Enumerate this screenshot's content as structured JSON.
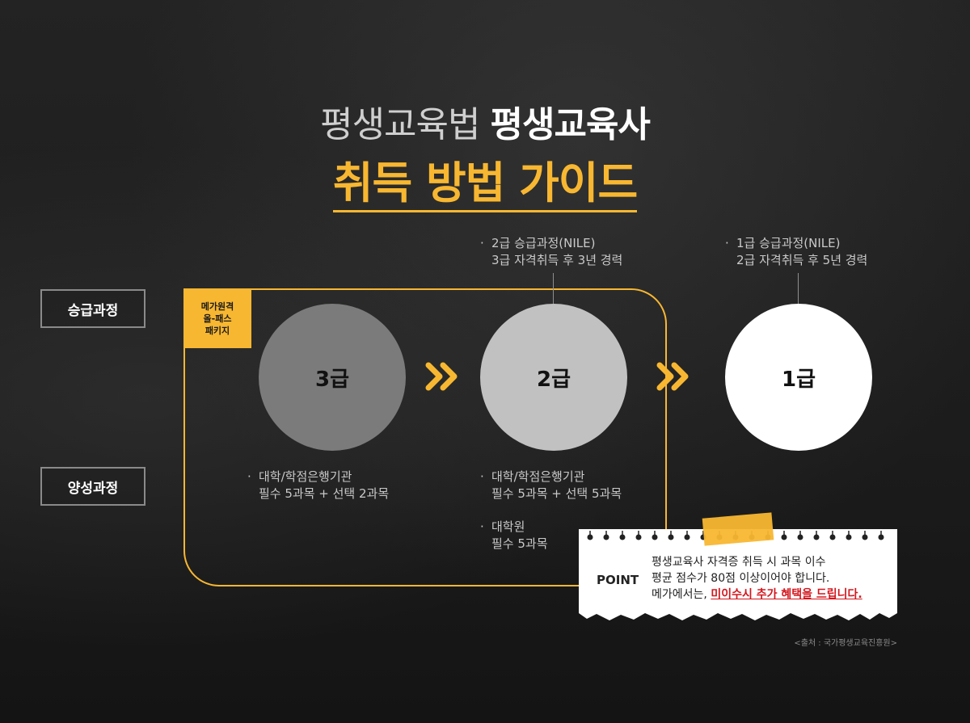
{
  "title": {
    "line1_light": "평생교육법",
    "line1_bold": "평생교육사",
    "line2": "취득 방법 가이드"
  },
  "side_labels": {
    "promotion": "승급과정",
    "training": "양성과정"
  },
  "badge": [
    "메가원격",
    "올-패스",
    "패키지"
  ],
  "levels": {
    "level3": "3급",
    "level2": "2급",
    "level1": "1급"
  },
  "top_notes": {
    "level2": {
      "line1": "2급 승급과정(NILE)",
      "line2": "3급 자격취득 후 3년 경력"
    },
    "level1": {
      "line1": "1급 승급과정(NILE)",
      "line2": "2급 자격취득 후 5년 경력"
    }
  },
  "bottom_notes": {
    "level3": {
      "line1": "대학/학점은행기관",
      "line2": "필수 5과목 + 선택 2과목"
    },
    "level2_a": {
      "line1": "대학/학점은행기관",
      "line2": "필수 5과목 + 선택 5과목"
    },
    "level2_b": {
      "line1": "대학원",
      "line2": "필수 5과목"
    }
  },
  "point": {
    "label": "POINT",
    "line1": "평생교육사 자격증 취득 시 과목 이수",
    "line2": "평균 점수가 80점 이상이어야 합니다.",
    "line3_prefix": "메가에서는, ",
    "line3_highlight": "미이수시 추가 혜택을 드립니다."
  },
  "source": "<출처 : 국가평생교육진흥원>",
  "colors": {
    "accent": "#f8b731",
    "highlight": "#d3161d"
  }
}
